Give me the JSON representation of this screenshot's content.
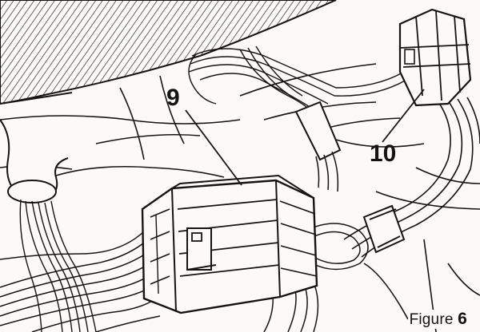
{
  "figure": {
    "caption_label": "Figure",
    "caption_number": "6"
  },
  "callouts": {
    "connector_9": "9",
    "connector_10": "10"
  },
  "colors": {
    "ink": "#141414",
    "paper": "#fbfaf6"
  }
}
